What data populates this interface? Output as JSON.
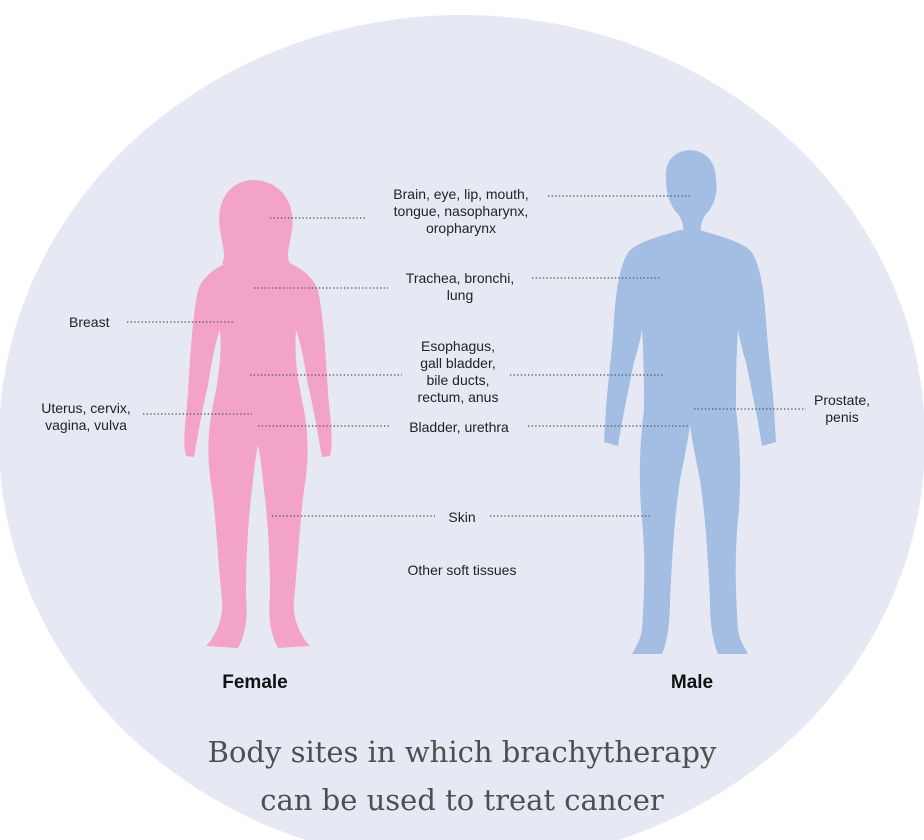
{
  "colors": {
    "background": "#ffffff",
    "circle": "#e6e9f4",
    "female_figure": "#f3a4c6",
    "male_figure": "#a3bde3",
    "leader_line": "#555555",
    "text": "#222222",
    "caption_text": "#4f4f4f"
  },
  "figures": {
    "female_label": "Female",
    "male_label": "Male"
  },
  "labels": {
    "head": [
      "Brain, eye, lip, mouth,",
      "tongue, nasopharynx,",
      "oropharynx"
    ],
    "chest": [
      "Trachea, bronchi,",
      "lung"
    ],
    "breast": "Breast",
    "digestive": [
      "Esophagus,",
      "gall bladder,",
      "bile ducts,",
      "rectum, anus"
    ],
    "uterus": [
      "Uterus, cervix,",
      "vagina, vulva"
    ],
    "prostate": [
      "Prostate,",
      "penis"
    ],
    "bladder": "Bladder, urethra",
    "skin": "Skin",
    "soft_tissue": "Other soft tissues"
  },
  "caption": {
    "line1": "Body sites in which brachytherapy",
    "line2": "can be used to treat cancer"
  }
}
